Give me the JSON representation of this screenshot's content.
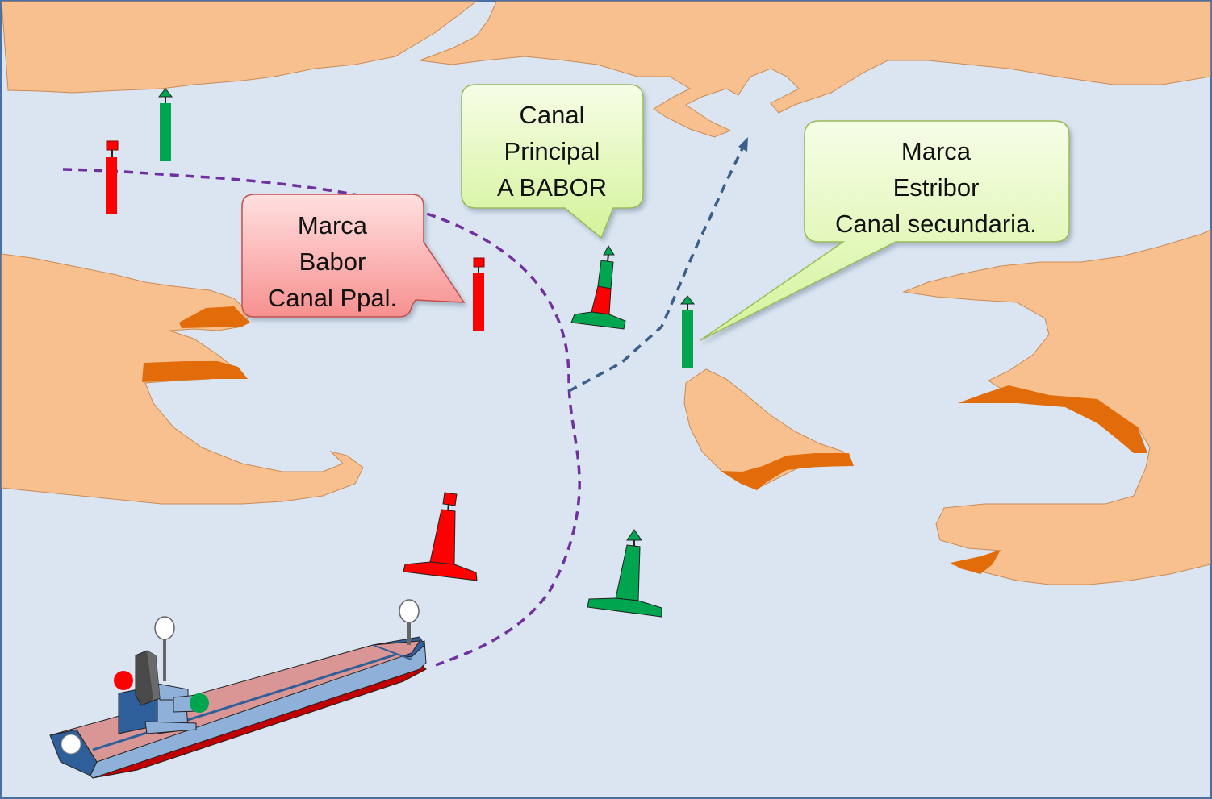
{
  "callouts": {
    "canal_principal": {
      "lines": [
        "Canal",
        "Principal",
        "A BABOR"
      ]
    },
    "marca_babor": {
      "lines": [
        "Marca",
        "Babor",
        "Canal Ppal."
      ]
    },
    "marca_estribor": {
      "lines": [
        "Marca",
        "Estribor",
        "Canal secundaria."
      ]
    }
  },
  "colors": {
    "water": "#dbe5f1",
    "frame": "#4a6fa5",
    "land": "#f9c08f",
    "land_edge": "#c98a55",
    "shallow": "#e36c0a",
    "port_red": "#ff0000",
    "starboard_green": "#00a550",
    "main_route": "#7030a0",
    "secondary_route": "#3a5f8a",
    "callout_red_fill": "#f8a9a9",
    "callout_green_fill": "#e2f7b8"
  },
  "icons": {
    "ship": "cargo-ship-icon",
    "port_buoy": "red-can-buoy-icon",
    "starboard_buoy": "green-conical-buoy-icon"
  }
}
